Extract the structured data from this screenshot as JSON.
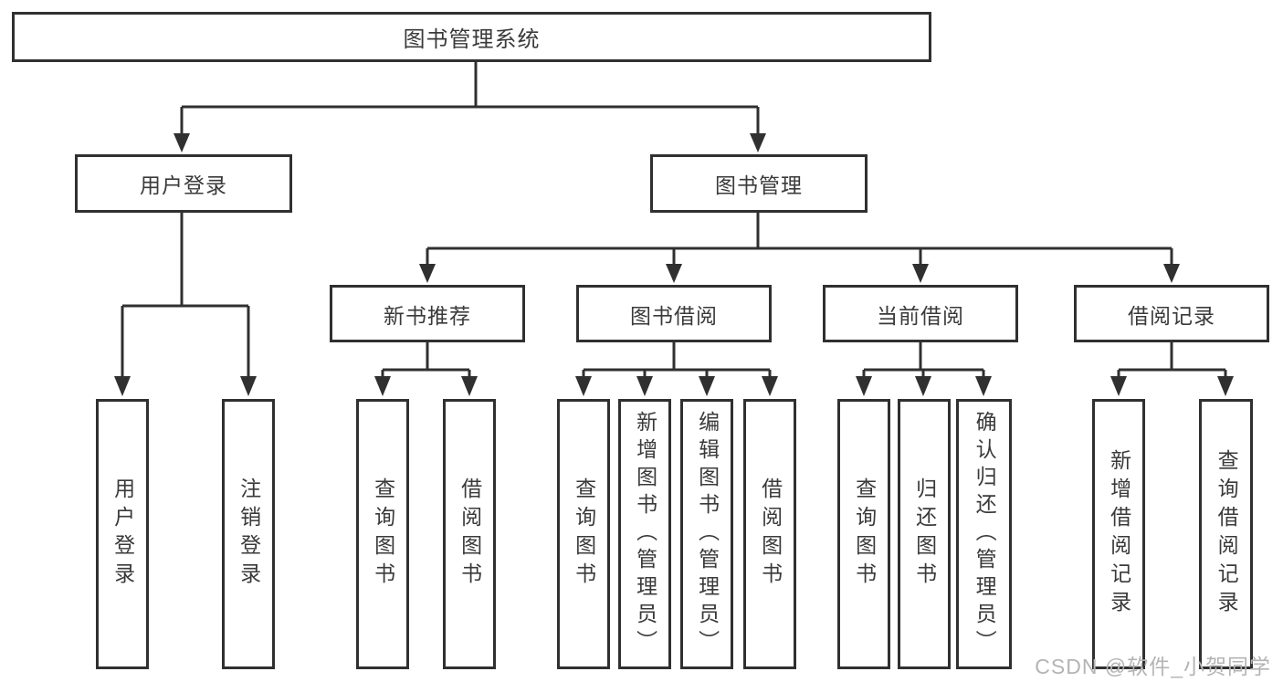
{
  "colors": {
    "line": "#303030",
    "text": "#3a3a3a",
    "watermark": "#b4b4b4",
    "background": "#ffffff"
  },
  "watermark": "CSDN @软件_小贺同学",
  "tree": {
    "label": "图书管理系统",
    "children": [
      {
        "label": "用户登录",
        "children": [
          {
            "label": "用户登录"
          },
          {
            "label": "注销登录"
          }
        ]
      },
      {
        "label": "图书管理",
        "children": [
          {
            "label": "新书推荐",
            "children": [
              {
                "label": "查询图书"
              },
              {
                "label": "借阅图书"
              }
            ]
          },
          {
            "label": "图书借阅",
            "children": [
              {
                "label": "查询图书"
              },
              {
                "label": "新增图书（管理员）"
              },
              {
                "label": "编辑图书（管理员）"
              },
              {
                "label": "借阅图书"
              }
            ]
          },
          {
            "label": "当前借阅",
            "children": [
              {
                "label": "查询图书"
              },
              {
                "label": "归还图书"
              },
              {
                "label": "确认归还（管理员）"
              }
            ]
          },
          {
            "label": "借阅记录",
            "children": [
              {
                "label": "新增借阅记录"
              },
              {
                "label": "查询借阅记录"
              }
            ]
          }
        ]
      }
    ]
  }
}
